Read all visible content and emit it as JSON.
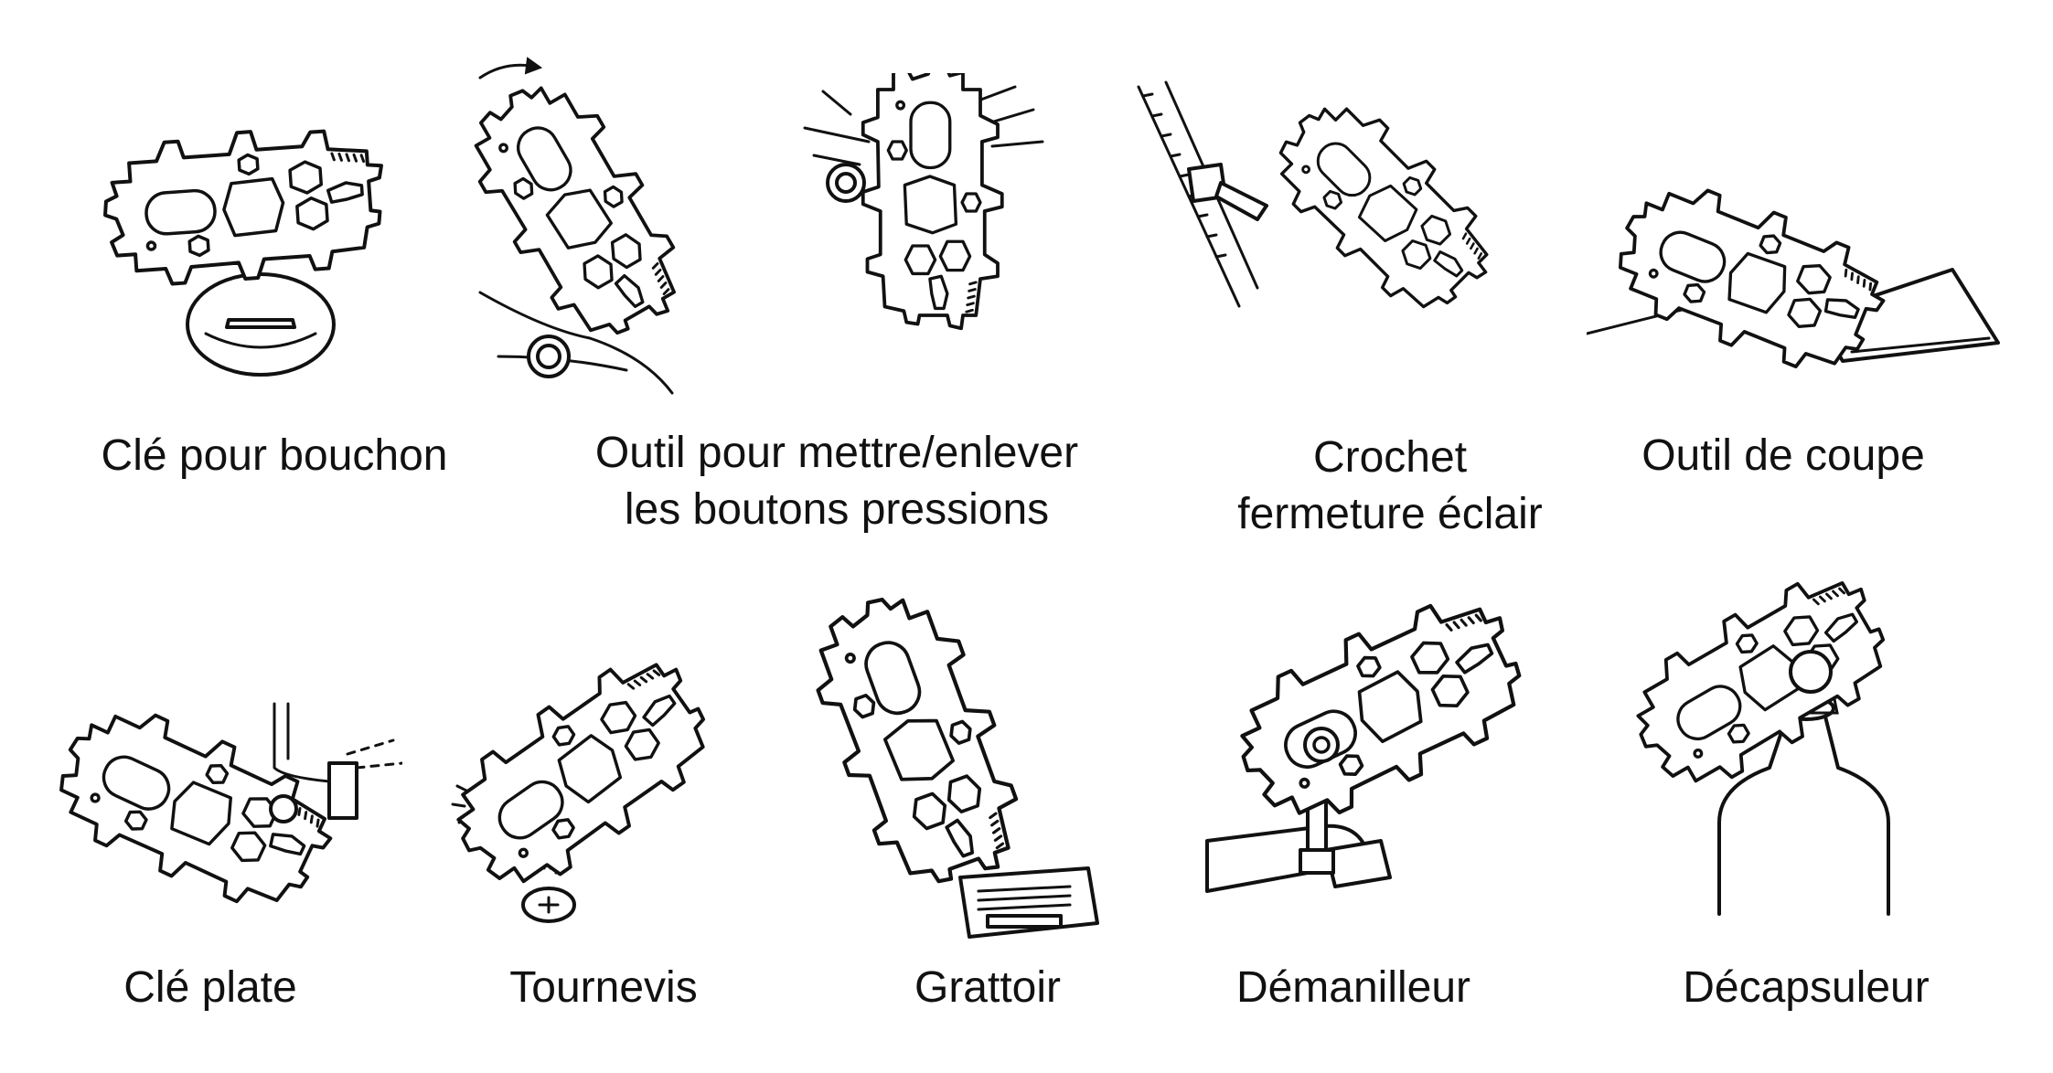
{
  "tools": [
    {
      "label_lines": [
        "Clé pour bouchon"
      ],
      "icon": "cap-wrench-icon"
    },
    {
      "label_lines": [
        "Outil pour mettre/enlever",
        "les boutons pressions"
      ],
      "icon": "snap-button-tool-icon"
    },
    {
      "label_lines": [
        "Crochet",
        "fermeture éclair"
      ],
      "icon": "zipper-hook-icon"
    },
    {
      "label_lines": [
        "Outil de coupe"
      ],
      "icon": "cutting-tool-icon"
    },
    {
      "label_lines": [
        "Clé plate"
      ],
      "icon": "flat-wrench-icon"
    },
    {
      "label_lines": [
        "Tournevis"
      ],
      "icon": "screwdriver-icon"
    },
    {
      "label_lines": [
        "Grattoir"
      ],
      "icon": "scraper-icon"
    },
    {
      "label_lines": [
        "Démanilleur"
      ],
      "icon": "shackle-opener-icon"
    },
    {
      "label_lines": [
        "Décapsuleur"
      ],
      "icon": "bottle-opener-icon"
    }
  ]
}
